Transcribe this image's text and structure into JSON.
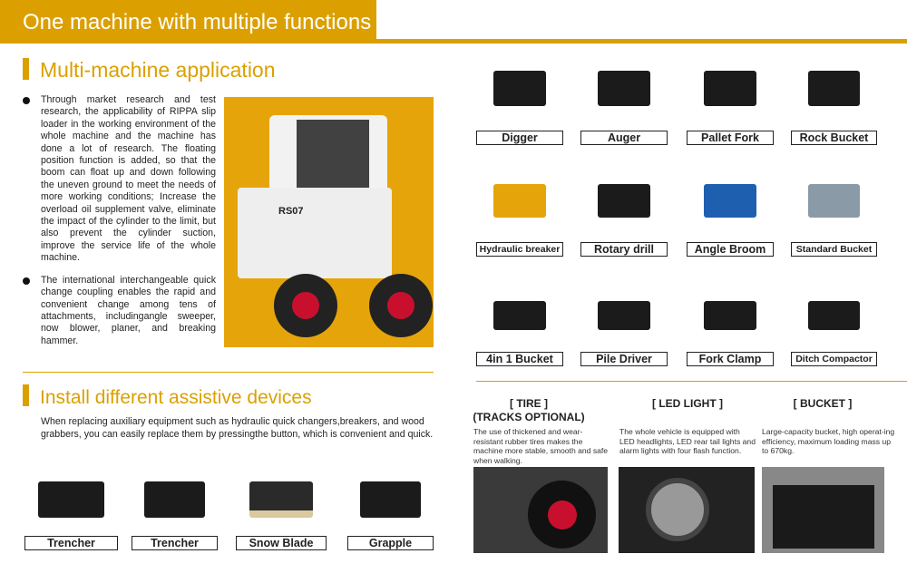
{
  "header": {
    "title": "One machine with multiple functions"
  },
  "section1": {
    "title": "Multi-machine application",
    "bullets": [
      "Through market research and test research, the applicability of RIPPA slip loader in the working environment of the whole machine and the machine has done a lot of research. The floating position function is added, so that the boom can float up and down following the uneven ground to meet the needs of more working conditions; Increase the overload oil supplement valve, eliminate the impact of the cylinder to the limit, but also prevent the cylinder suction, improve the service life of the whole machine.",
      "The international interchangeable quick change coupling enables the rapid and convenient change among tens of attachments, includingangle sweeper, now blower, planer, and breaking hammer."
    ],
    "machine_model": "RS07"
  },
  "section2": {
    "title": "Install different assistive devices",
    "text": "When replacing auxiliary equipment such as hydraulic quick changers,breakers, and wood grabbers, you can easily replace them by pressingthe button, which is convenient and quick.",
    "devices": [
      "Trencher",
      "Trencher",
      "Snow Blade",
      "Grapple"
    ]
  },
  "attachments": [
    "Digger",
    "Auger",
    "Pallet Fork",
    "Rock Bucket",
    "Hydraulic breaker",
    "Rotary drill",
    "Angle Broom",
    "Standard Bucket",
    "4in 1 Bucket",
    "Pile Driver",
    "Fork Clamp",
    "Ditch Compactor"
  ],
  "features": [
    {
      "title": "[ TIRE ]",
      "subtitle": "(TRACKS OPTIONAL)",
      "desc": "The use of thickened and wear-resistant rubber tires makes the machine more stable, smooth and safe when walking."
    },
    {
      "title": "[ LED LIGHT ]",
      "desc": "The whole vehicle is equipped with LED headlights, LED rear tail lights and alarm lights with four flash function."
    },
    {
      "title": "[ BUCKET ]",
      "desc": "Large-capacity bucket, high operat-ing efficiency, maximum loading mass up to 670kg."
    }
  ],
  "colors": {
    "accent": "#dba000"
  }
}
